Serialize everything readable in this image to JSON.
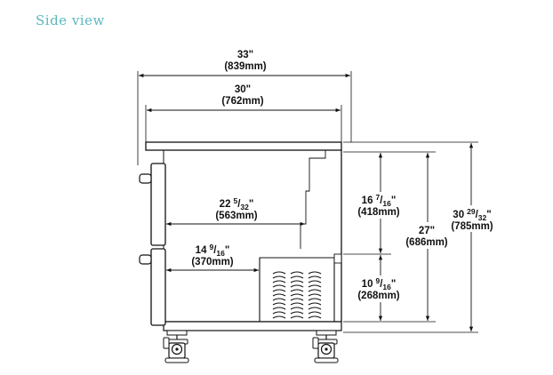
{
  "page": {
    "heading": "Side view"
  },
  "dimensions": {
    "overall_width": {
      "main": "33\"",
      "metric": "(839mm)"
    },
    "cabinet_width": {
      "main": "30\"",
      "metric": "(762mm)"
    },
    "drawer_depth_upper": {
      "whole": "22",
      "num": "5",
      "den": "32",
      "unit": "\"",
      "metric": "(563mm)"
    },
    "drawer_depth_lower": {
      "whole": "14",
      "num": "9",
      "den": "16",
      "unit": "\"",
      "metric": "(370mm)"
    },
    "upper_height": {
      "whole": "16",
      "num": "7",
      "den": "16",
      "unit": "\"",
      "metric": "(418mm)"
    },
    "lower_height": {
      "whole": "10",
      "num": "9",
      "den": "16",
      "unit": "\"",
      "metric": "(268mm)"
    },
    "body_height": {
      "main": "27\"",
      "metric": "(686mm)"
    },
    "overall_height": {
      "whole": "30",
      "num": "29",
      "den": "32",
      "unit": "\"",
      "metric": "(785mm)"
    }
  },
  "colors": {
    "heading": "#5bb8bf",
    "line": "#111111"
  }
}
